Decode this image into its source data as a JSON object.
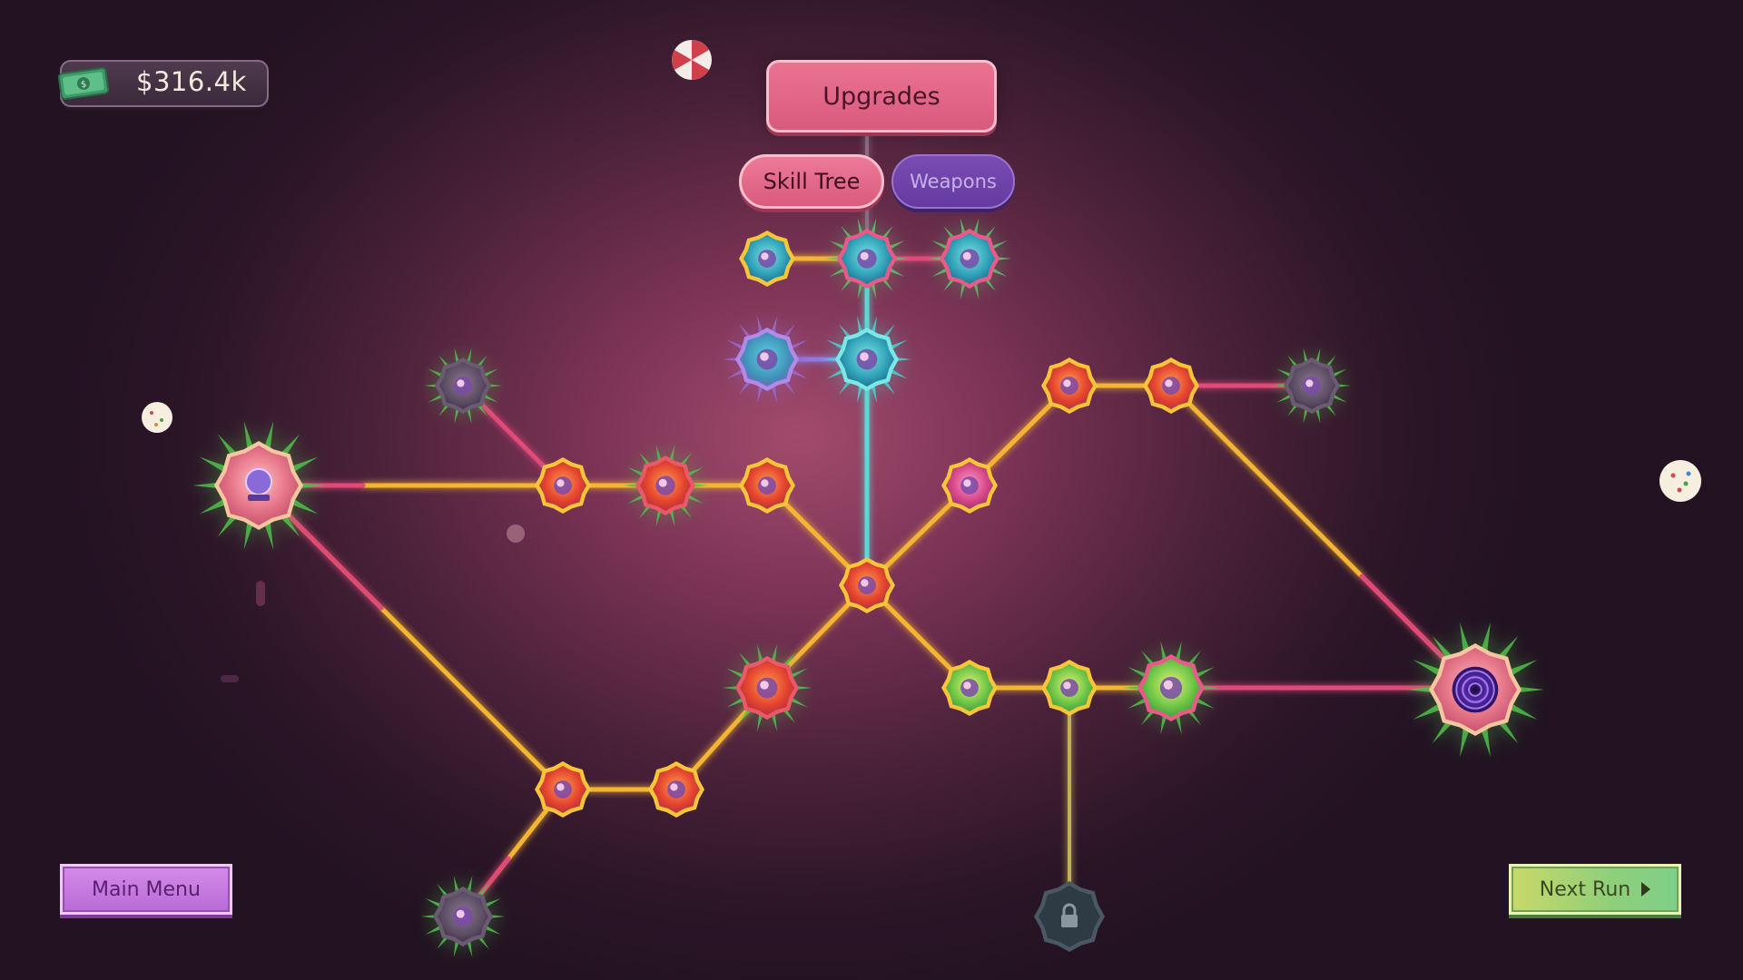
{
  "currency": {
    "value": "$316.4k",
    "icon": "cash-bill-icon"
  },
  "header": {
    "title": "Upgrades"
  },
  "tabs": [
    {
      "label": "Skill Tree",
      "active": true
    },
    {
      "label": "Weapons",
      "active": false
    }
  ],
  "buttons": {
    "main_menu": "Main Menu",
    "next_run": "Next Run"
  },
  "colors": {
    "accent_pink": "#e0648a",
    "tab_purple": "#6a3fa6",
    "path_gold": "#f4b531",
    "path_pink": "#e04a78",
    "path_teal": "#5fd6d4",
    "next_green": "#9ad47a",
    "menu_violet": "#c47ae0"
  },
  "skill_tree": {
    "nodes": [
      {
        "id": "top-left-1",
        "icon": "cannon-icon",
        "style": "teal-gold"
      },
      {
        "id": "top-center",
        "icon": "hammer-icon",
        "style": "teal-pink-glow"
      },
      {
        "id": "top-right-1",
        "icon": "arrow-icon",
        "style": "teal-green-glow"
      },
      {
        "id": "upper-left-purple",
        "icon": "crab-icon",
        "style": "purple-glow"
      },
      {
        "id": "upper-center-teal",
        "icon": "boot-icon",
        "style": "teal-glow"
      },
      {
        "id": "left-big-star",
        "icon": "crystal-ball-icon",
        "style": "big-pink-glow"
      },
      {
        "id": "left-locked-gray",
        "icon": "graph-icon",
        "style": "gray-green-glow"
      },
      {
        "id": "left-1",
        "icon": "tower-icon",
        "style": "orange-gold"
      },
      {
        "id": "left-2",
        "icon": "house-icon",
        "style": "orange-green-glow"
      },
      {
        "id": "left-3",
        "icon": "map-icon",
        "style": "orange-gold"
      },
      {
        "id": "center-hub",
        "icon": "castle-icon",
        "style": "orange-gold"
      },
      {
        "id": "right-1",
        "icon": "gem-icon",
        "style": "violet-gold"
      },
      {
        "id": "right-2",
        "icon": "potion-icon",
        "style": "orange-gold"
      },
      {
        "id": "right-3",
        "icon": "orb-icon",
        "style": "orange-gold"
      },
      {
        "id": "right-gray",
        "icon": "wagon-icon",
        "style": "gray-green-glow"
      },
      {
        "id": "lower-left-1",
        "icon": "flower-icon",
        "style": "orange-green-glow"
      },
      {
        "id": "lower-left-2",
        "icon": "cone-icon",
        "style": "orange-gold"
      },
      {
        "id": "lower-left-3",
        "icon": "eye-icon",
        "style": "orange-gold"
      },
      {
        "id": "bottom-left-gray",
        "icon": "donut-icon",
        "style": "gray-green-glow"
      },
      {
        "id": "lower-right-1",
        "icon": "clock-icon",
        "style": "green-gold"
      },
      {
        "id": "lower-right-2",
        "icon": "shield-icon",
        "style": "green-gold"
      },
      {
        "id": "lower-right-3",
        "icon": "watch-icon",
        "style": "green-big-glow"
      },
      {
        "id": "right-big-portal",
        "icon": "portal-icon",
        "style": "big-pink-glow"
      },
      {
        "id": "bottom-locked",
        "icon": "lock-icon",
        "style": "locked"
      }
    ]
  },
  "decorations": [
    {
      "icon": "peppermint-candy-icon"
    },
    {
      "icon": "sprinkle-ball-icon"
    },
    {
      "icon": "sprinkle-ball-icon"
    },
    {
      "icon": "lollipop-icon"
    }
  ]
}
